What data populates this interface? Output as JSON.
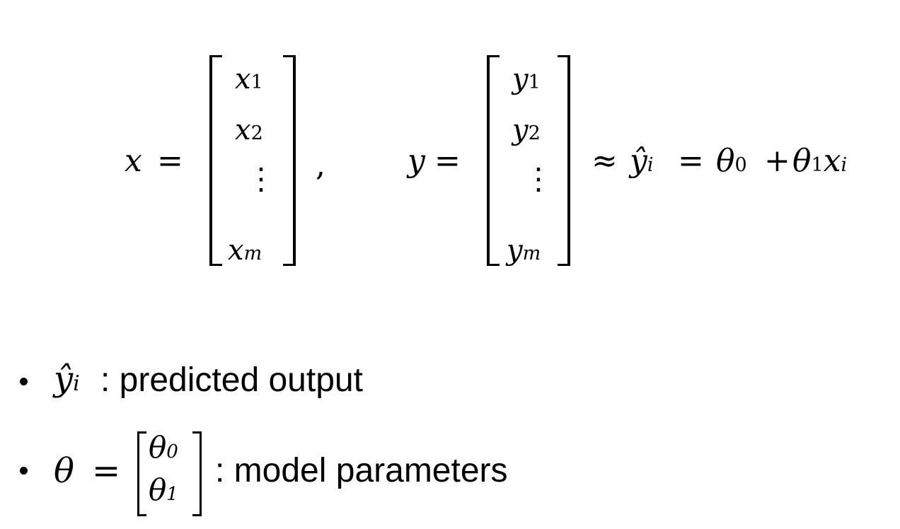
{
  "equation": {
    "x_lhs": "x",
    "y_lhs": "y",
    "equals": "=",
    "comma": ",",
    "approx": "≈",
    "vdots": "⋮",
    "x_vector": [
      {
        "base": "x",
        "sub": "1"
      },
      {
        "base": "x",
        "sub": "2"
      },
      {
        "base": "x",
        "sub": "m"
      }
    ],
    "y_vector": [
      {
        "base": "y",
        "sub": "1"
      },
      {
        "base": "y",
        "sub": "2"
      },
      {
        "base": "y",
        "sub": "m"
      }
    ],
    "prediction": {
      "yhat": "ŷ",
      "yhat_sub": "i",
      "theta": "θ",
      "sub0": "0",
      "plus": "+",
      "sub1": "1",
      "x": "x",
      "x_sub": "i"
    }
  },
  "bullets": [
    {
      "symbol": "ŷ",
      "symbol_sub": "i",
      "text": ": predicted output"
    },
    {
      "symbol": "θ",
      "equals": "=",
      "vector": [
        {
          "base": "θ",
          "sub": "0"
        },
        {
          "base": "θ",
          "sub": "1"
        }
      ],
      "text": ": model parameters"
    }
  ]
}
